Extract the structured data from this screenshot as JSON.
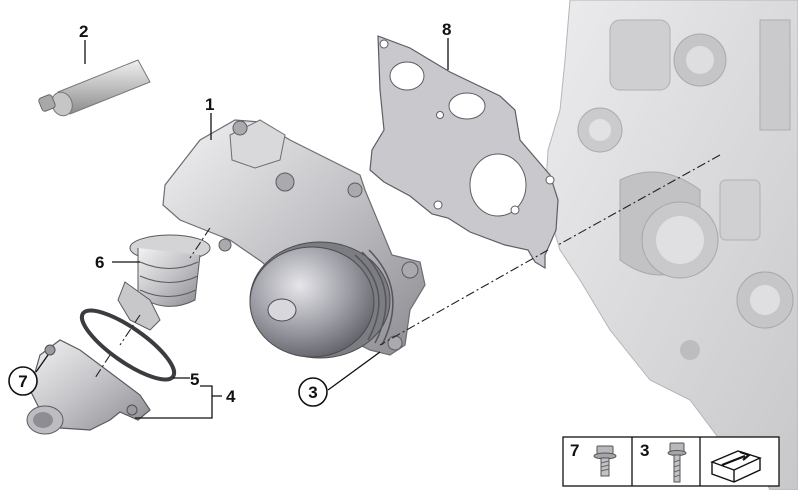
{
  "callouts": {
    "p1": "1",
    "p2": "2",
    "p3": "3",
    "p4": "4",
    "p5": "5",
    "p6": "6",
    "p7": "7",
    "p8": "8"
  },
  "legend": {
    "item_a": "7",
    "item_b": "3"
  },
  "colors": {
    "metal_light": "#e4e4e6",
    "metal_mid": "#b9b9bd",
    "metal_dark": "#7d7d82",
    "block": "#d8d8da",
    "line": "#111111"
  }
}
